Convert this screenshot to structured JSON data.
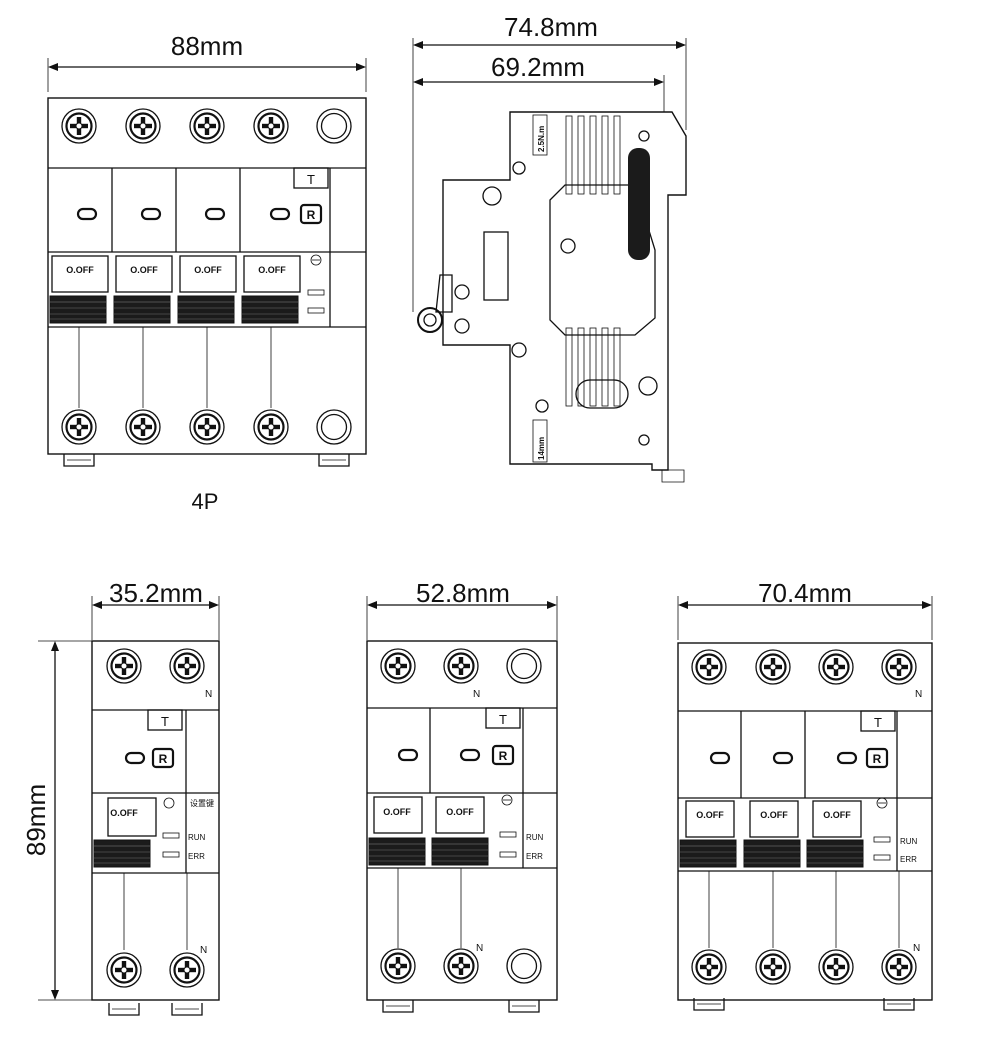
{
  "dimensions": {
    "top_4p_width": "88mm",
    "side_depth_total": "74.8mm",
    "side_depth_body": "69.2mm",
    "w_1p": "35.2mm",
    "w_2p": "52.8mm",
    "w_3p": "70.4mm",
    "height": "89mm"
  },
  "labels": {
    "model_4p": "4P",
    "off_label": "O.OFF",
    "neutral": "N",
    "test": "T",
    "reset": "R",
    "run": "RUN",
    "err": "ERR",
    "set_key": "设置键",
    "torque": "2.5N.m",
    "strip": "14mm"
  }
}
